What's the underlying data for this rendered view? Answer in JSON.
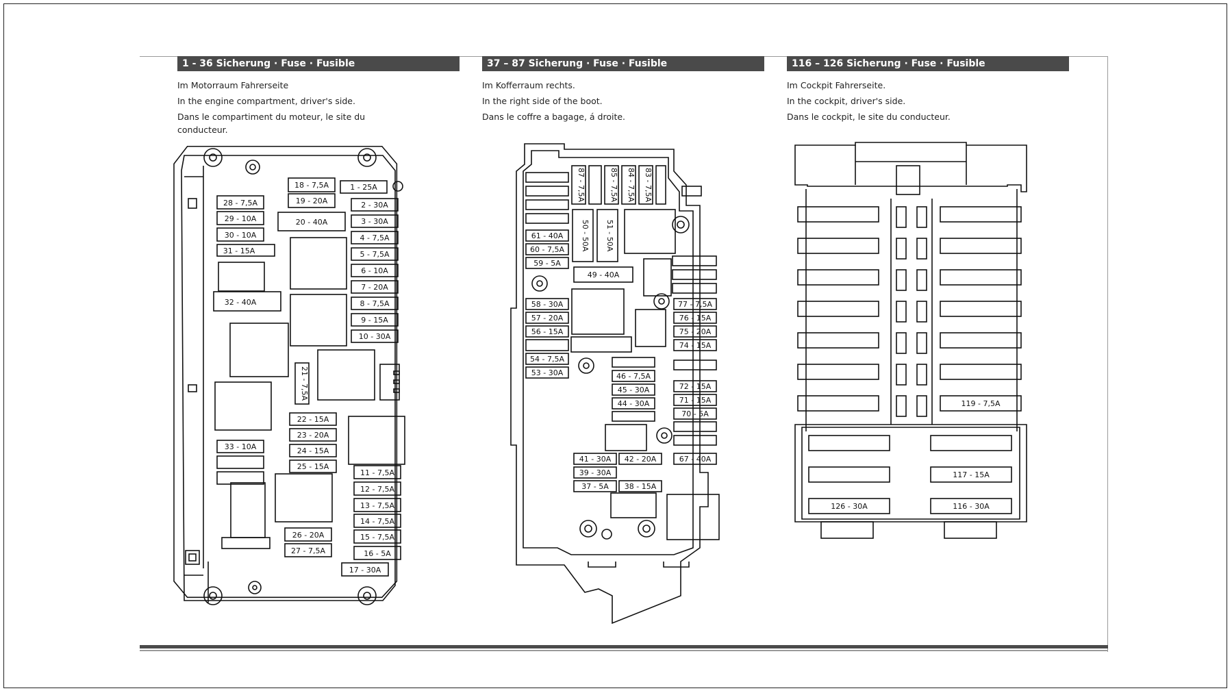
{
  "sections": [
    {
      "header": "1 - 36 Sicherung · Fuse · Fusible",
      "lines": [
        "Im Motorraum Fahrerseite",
        "In the engine compartment, driver's side.",
        "Dans le compartiment du moteur, le site du",
        "conducteur."
      ],
      "fuses": [
        "18 - 7,5A",
        "19 - 20A",
        "1 - 25A",
        "2 - 30A",
        "28 - 7,5A",
        "29 - 10A",
        "3 - 30A",
        "20 - 40A",
        "30 - 10A",
        "4 - 7,5A",
        "31 - 15A",
        "5 - 7,5A",
        "6 - 10A",
        "7 - 20A",
        "32 - 40A",
        "8 - 7,5A",
        "9 - 15A",
        "10 - 30A",
        "21 - 7,5A",
        "22 - 15A",
        "23 - 20A",
        "33 - 10A",
        "24 - 15A",
        "25 - 15A",
        "11 - 7,5A",
        "12 - 7,5A",
        "13 - 7,5A",
        "14 - 7,5A",
        "26 - 20A",
        "15 - 7,5A",
        "27 - 7,5A",
        "16 - 5A",
        "17 - 30A"
      ]
    },
    {
      "header": "37 – 87 Sicherung · Fuse · Fusible",
      "lines": [
        "Im Kofferraum rechts.",
        "In the right side of the boot.",
        "Dans le coffre a bagage, á droite."
      ],
      "fuses": [
        "87 - 7,5A",
        "85 - 7,5A",
        "84 - 7,5A",
        "83 - 7,5A",
        "50 - 50A",
        "51 - 50A",
        "61 - 40A",
        "60 - 7,5A",
        "59 - 5A",
        "49 - 40A",
        "58 - 30A",
        "77 - 7,5A",
        "57 - 20A",
        "76 - 15A",
        "56 - 15A",
        "75 - 20A",
        "74 - 15A",
        "54 - 7,5A",
        "46 - 7,5A",
        "53 - 30A",
        "45 - 30A",
        "72 - 15A",
        "44 - 30A",
        "71 - 15A",
        "70 - 5A",
        "41 - 30A",
        "42 - 20A",
        "67 - 40A",
        "39 - 30A",
        "37 - 5A",
        "38 - 15A"
      ]
    },
    {
      "header": "116 – 126 Sicherung · Fuse · Fusible",
      "lines": [
        "Im Cockpit Fahrerseite.",
        "In the cockpit, driver's side.",
        "Dans le cockpit, le site du conducteur."
      ],
      "fuses": [
        "119 - 7,5A",
        "117 - 15A",
        "126 - 30A",
        "116 - 30A"
      ]
    }
  ]
}
